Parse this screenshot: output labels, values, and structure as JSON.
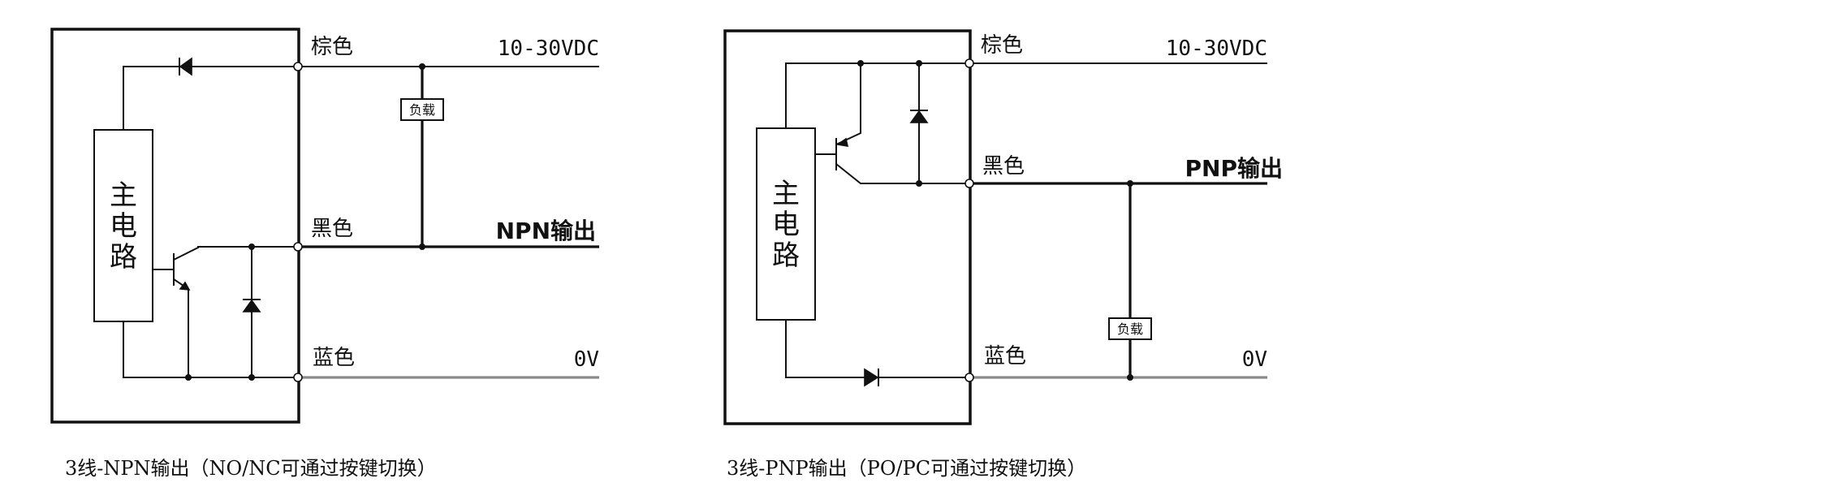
{
  "diagrams": [
    {
      "circuit_name": "npn",
      "brown_label": "棕色",
      "black_label": "黑色",
      "blue_label": "蓝色",
      "supply_label": "10-30VDC",
      "ground_label": "0V",
      "output_label": "NPN输出",
      "main_circuit_label": [
        "主",
        "电",
        "路"
      ],
      "load_label": "负载",
      "caption": "3线-NPN输出（NO/NC可通过按键切换）"
    },
    {
      "circuit_name": "pnp",
      "brown_label": "棕色",
      "black_label": "黑色",
      "blue_label": "蓝色",
      "supply_label": "10-30VDC",
      "ground_label": "0V",
      "output_label": "PNP输出",
      "main_circuit_label": [
        "主",
        "电",
        "路"
      ],
      "load_label": "负载",
      "caption": "3线-PNP输出（PO/PC可通过按键切换）"
    }
  ]
}
